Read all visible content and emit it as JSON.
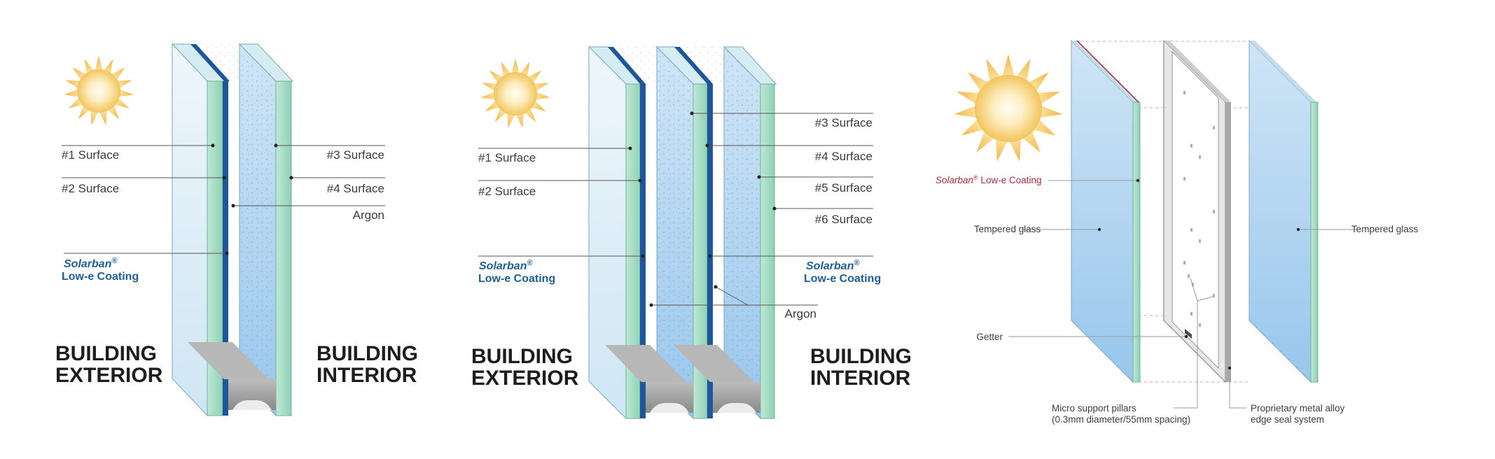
{
  "diagram1": {
    "side_left": [
      "BUILDING",
      "EXTERIOR"
    ],
    "side_right": [
      "BUILDING",
      "INTERIOR"
    ],
    "labels": {
      "s1": "#1 Surface",
      "s2": "#2 Surface",
      "s3": "#3 Surface",
      "s4": "#4 Surface",
      "argon": "Argon",
      "coating_brand": "Solarban",
      "coating_reg": "®",
      "coating_text": "Low-e Coating"
    }
  },
  "diagram2": {
    "side_left": [
      "BUILDING",
      "EXTERIOR"
    ],
    "side_right": [
      "BUILDING",
      "INTERIOR"
    ],
    "labels": {
      "s1": "#1 Surface",
      "s2": "#2 Surface",
      "s3": "#3 Surface",
      "s4": "#4 Surface",
      "s5": "#5 Surface",
      "s6": "#6 Surface",
      "argon": "Argon",
      "coating_brand": "Solarban",
      "coating_reg": "®",
      "coating_text": "Low-e Coating"
    }
  },
  "diagram3": {
    "labels": {
      "coating_brand": "Solarban",
      "coating_reg": "®",
      "coating_text": " Low-e Coating",
      "tempered_left": "Tempered glass",
      "tempered_right": "Tempered glass",
      "getter": "Getter",
      "pillars_1": "Micro support pillars",
      "pillars_2": "(0.3mm diameter/55mm spacing)",
      "seal_1": "Proprietary metal alloy",
      "seal_2": "edge seal system"
    }
  },
  "colors": {
    "glass_light": "#e4f1f8",
    "glass_blue": "#a9d0ef",
    "glass_edge_green": "#a7dcc8",
    "coating_blue": "#1e5799",
    "spacer_grey": "#9c9c9c",
    "brand_blue": "#1f5f98",
    "brand_red": "#b4293c"
  }
}
